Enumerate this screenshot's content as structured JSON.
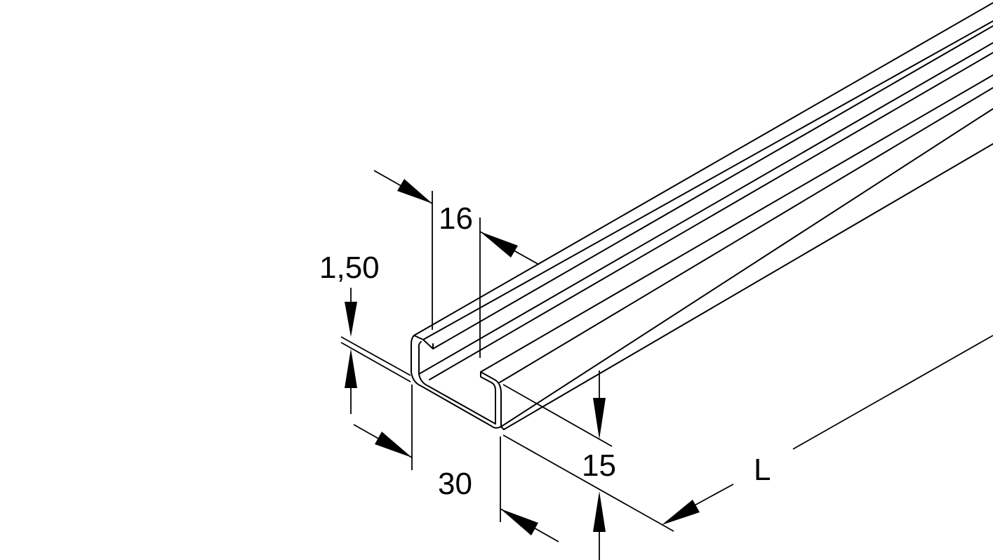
{
  "drawing": {
    "subject": "DIN rail profile (C-channel, 30 x 15)",
    "stroke_color": "#000000",
    "background": "#ffffff"
  },
  "dimensions": {
    "width": {
      "label": "30"
    },
    "height": {
      "label": "15"
    },
    "slot_width": {
      "label": "16"
    },
    "thickness": {
      "label": "1,50"
    },
    "length": {
      "label": "L"
    }
  }
}
